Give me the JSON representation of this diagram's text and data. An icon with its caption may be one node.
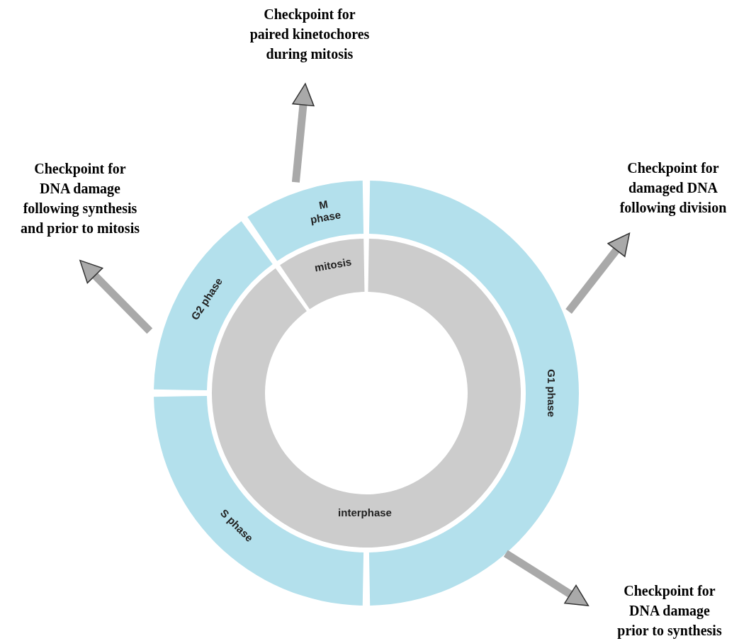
{
  "diagram": {
    "nodes": [
      {
        "text": [
          "Checkpoint for paired kinetochores during mitosis"
        ]
      },
      {
        "text": [
          "Checkpoint for DNA damage following synthesis and prior to mitosis"
        ]
      },
      {
        "text": [
          "Checkpoint for damaged DNA following division"
        ]
      },
      {
        "text": [
          "M phase"
        ]
      },
      {
        "text": [
          "G2 phase"
        ]
      },
      {
        "text": [
          "mitosis"
        ]
      },
      {
        "text": [
          "G1 phase"
        ]
      },
      {
        "text": [
          "S phase"
        ]
      },
      {
        "text": [
          "interphase"
        ]
      },
      {
        "text": [
          "Checkpoint for DNA damage prior to synthesis"
        ]
      }
    ],
    "edges": [
      {
        "from": 3,
        "to": 0,
        "arrow": "to"
      },
      {
        "from": 4,
        "to": 1,
        "arrow": "to"
      },
      {
        "from": 6,
        "to": 2,
        "arrow": "to"
      },
      {
        "from": 6,
        "to": 9,
        "arrow": "to"
      }
    ]
  }
}
